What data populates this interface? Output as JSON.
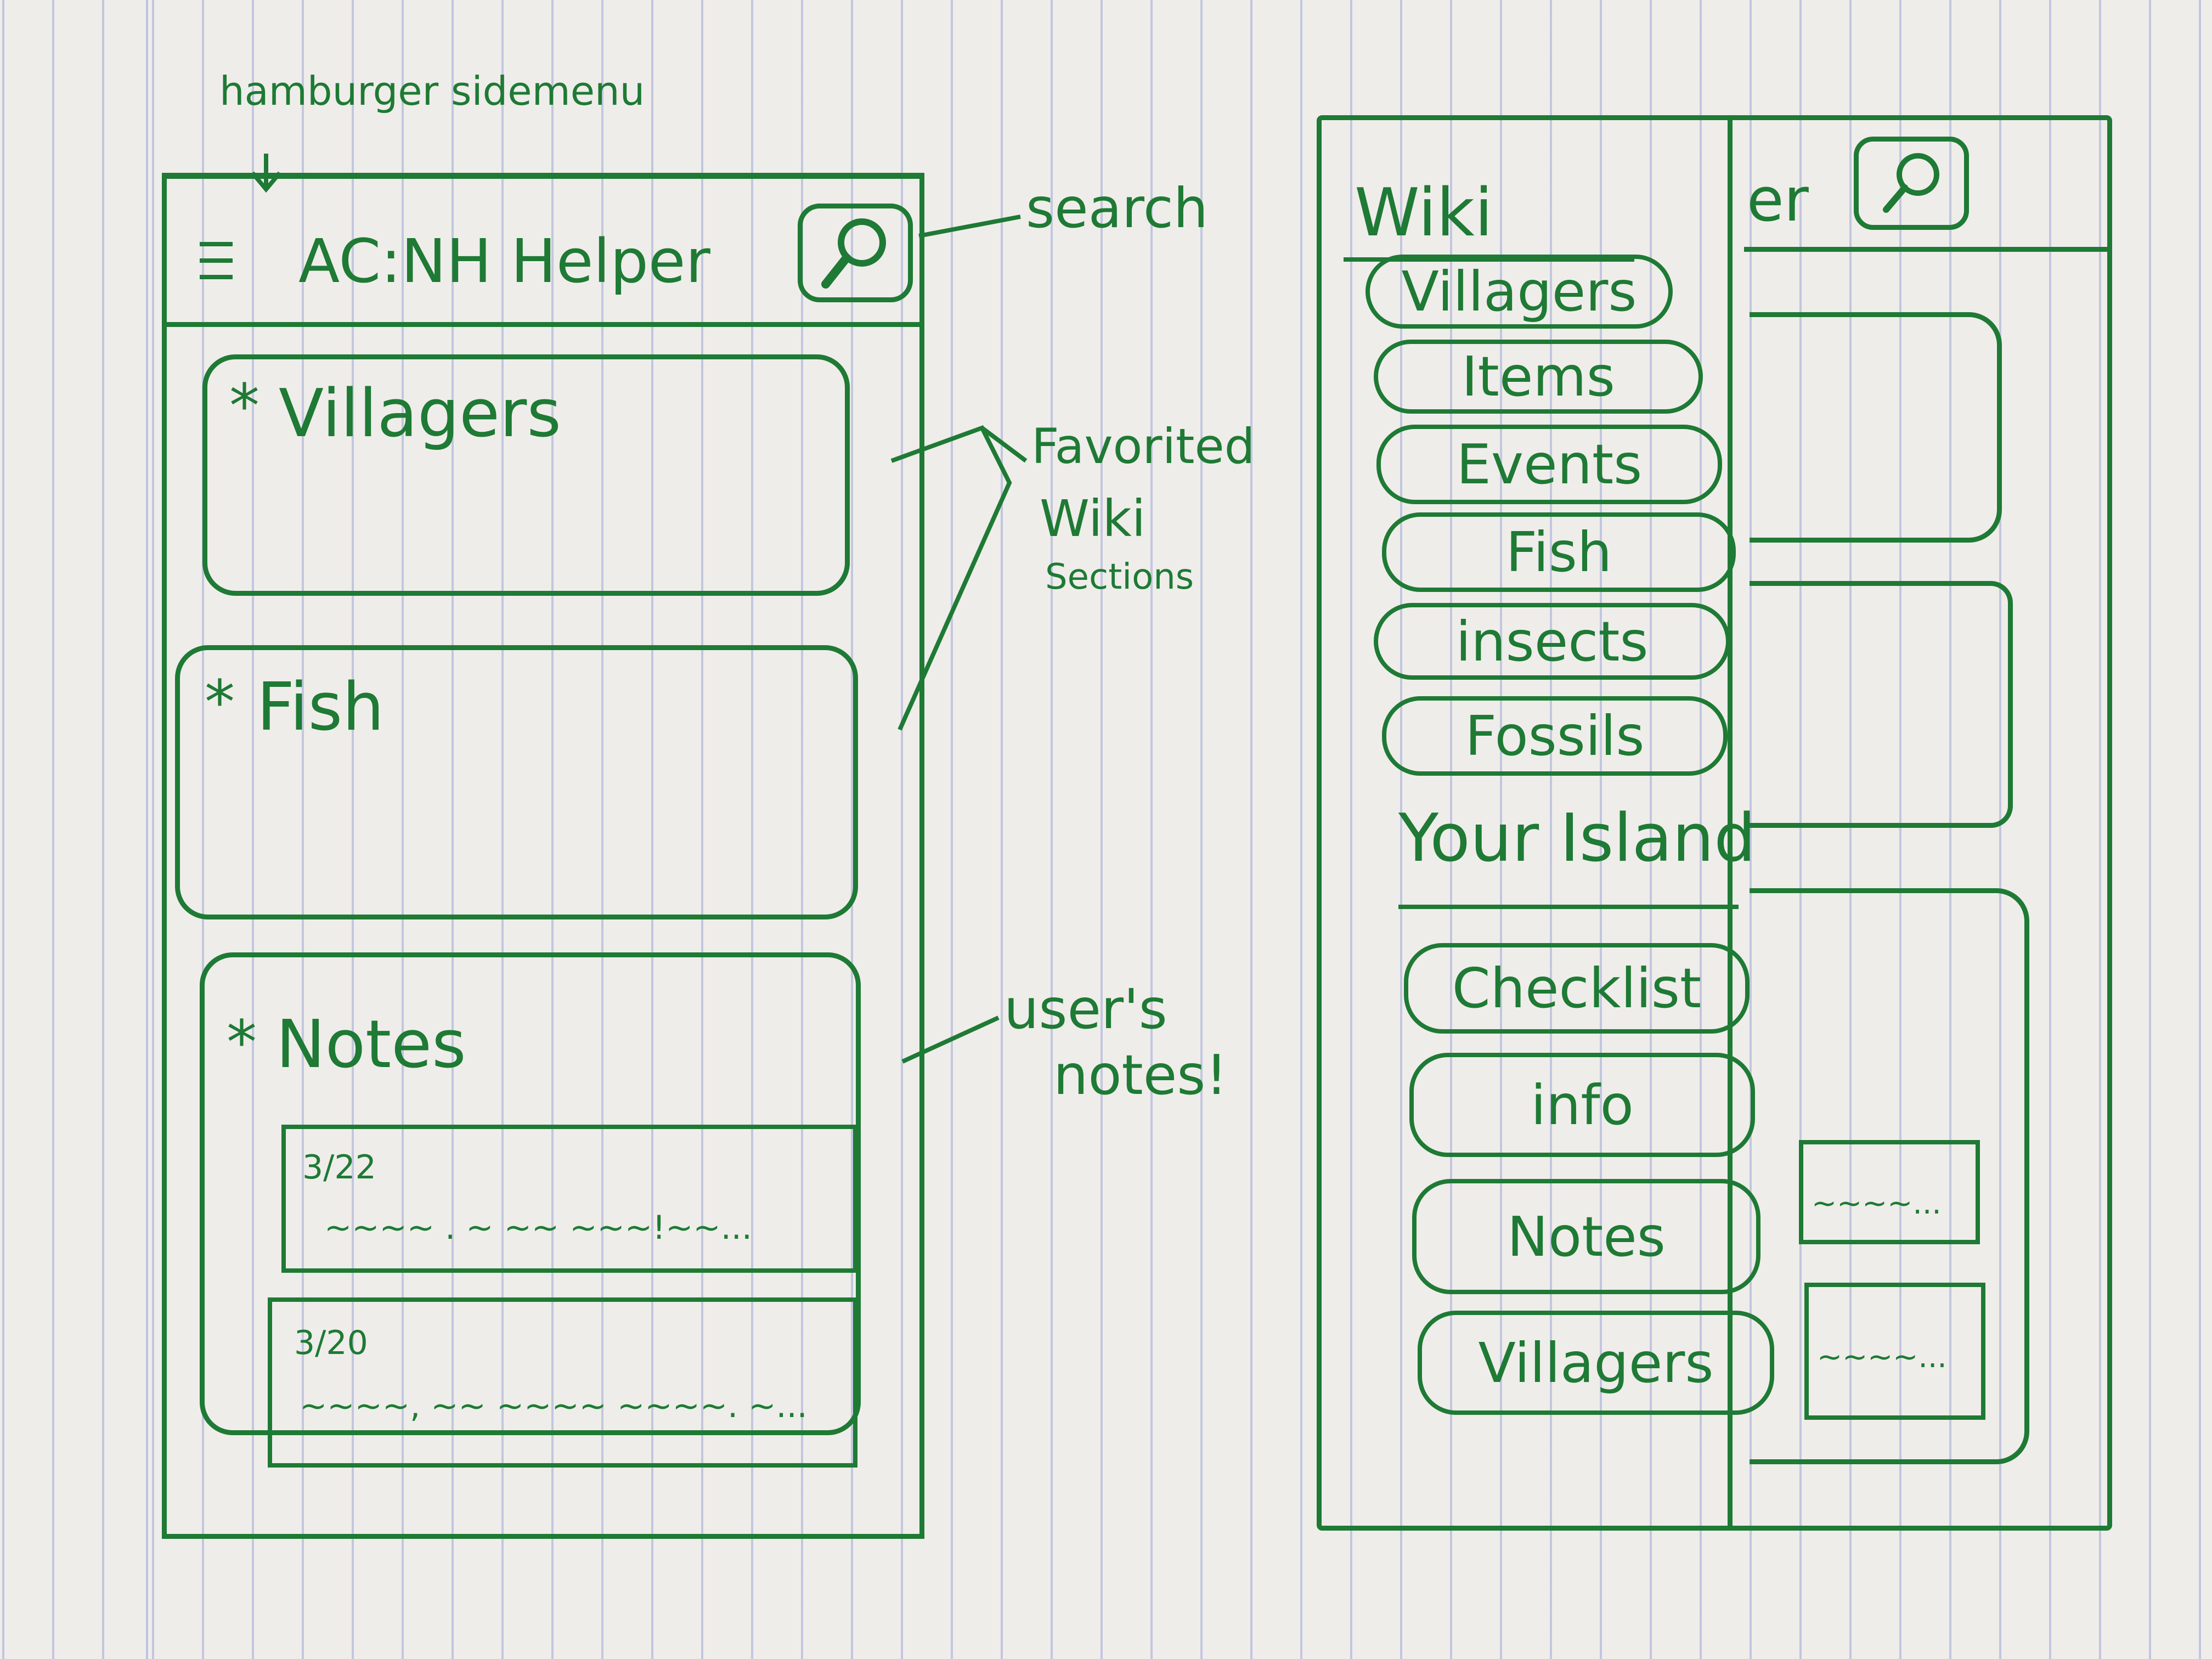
{
  "annotations": {
    "hamburger_sidemenu": "hamburger sidemenu",
    "search": "search",
    "favorited_line1": "Favorited",
    "favorited_line2": "Wiki",
    "favorited_line3": "Sections",
    "users_notes_line1": "user's",
    "users_notes_line2": "notes!"
  },
  "home_screen": {
    "menu_icon": "hamburger-menu-icon",
    "app_title": "AC:NH Helper",
    "search_icon": "search-icon",
    "cards": [
      {
        "star": "*",
        "title": "Villagers"
      },
      {
        "star": "*",
        "title": "Fish"
      },
      {
        "star": "*",
        "title": "Notes"
      }
    ],
    "notes": [
      {
        "date": "3/22",
        "text": "~~~~ . ~ ~~ ~~~!~~..."
      },
      {
        "date": "3/20",
        "text": "~~~~, ~~ ~~~~ ~~~~. ~..."
      }
    ]
  },
  "side_menu_screen": {
    "title_fragment": "er",
    "wiki_heading": "Wiki",
    "wiki_items": [
      "Villagers",
      "Items",
      "Events",
      "Fish",
      "insects",
      "Fossils"
    ],
    "island_heading": "Your Island",
    "island_items": [
      "Checklist",
      "info",
      "Notes",
      "Villagers"
    ],
    "peek_notes": [
      "~~~~...",
      "~~~~..."
    ]
  },
  "colors": {
    "ink": "#1e7a34",
    "paper": "#efedea",
    "rule_lines": "#8c96d2"
  }
}
